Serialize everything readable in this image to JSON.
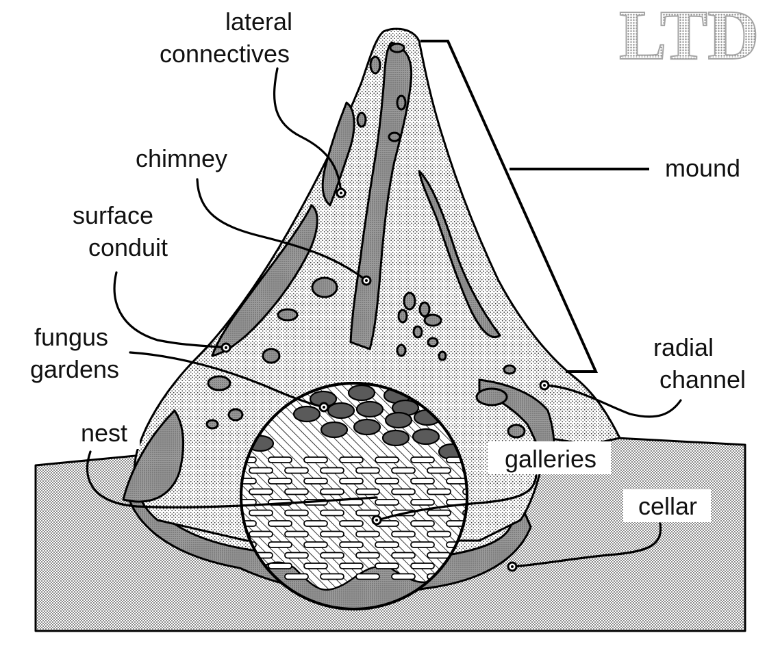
{
  "brand": "LTD",
  "labels": {
    "lateral_connectives": [
      "lateral",
      "connectives"
    ],
    "chimney": "chimney",
    "surface_conduit": [
      "surface",
      "conduit"
    ],
    "fungus_gardens": [
      "fungus",
      "gardens"
    ],
    "nest": "nest",
    "mound": "mound",
    "radial_channel": [
      "radial",
      "channel"
    ],
    "galleries": "galleries",
    "cellar": "cellar"
  },
  "colors": {
    "line": "#000000",
    "soil_stipple": "#dcdcdc",
    "channel_fill": "#a9a9a9",
    "fungus_fill": "#5a5a5a",
    "label_text": "#111111",
    "background": "#ffffff"
  }
}
